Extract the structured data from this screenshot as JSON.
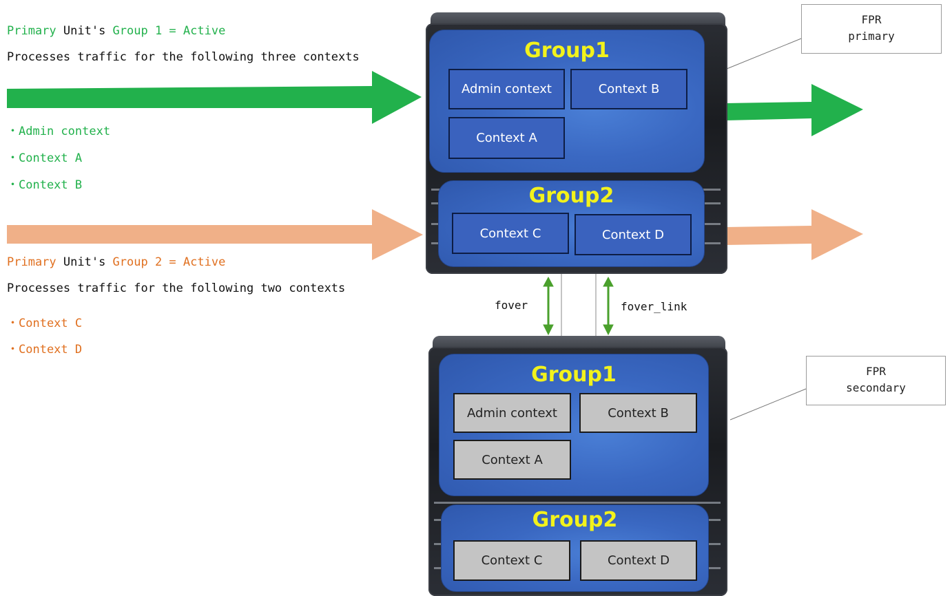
{
  "primary_desc": {
    "line1": {
      "primary": "Primary",
      "unit": " Unit's ",
      "group": "Group 1 = Active"
    },
    "line2": "Processes traffic for the following three contexts",
    "bullets": [
      "・Admin context",
      "・Context A",
      "・Context B"
    ]
  },
  "secondary_desc": {
    "line1": {
      "primary": "Primary",
      "unit": " Unit's ",
      "group": "Group 2 = Active"
    },
    "line2": "Processes traffic for the following two contexts",
    "bullets": [
      "・Context C",
      "・Context D"
    ]
  },
  "primary_unit": {
    "label_top": "FPR",
    "label_bottom": "primary",
    "group1": {
      "title": "Group1",
      "contexts": [
        "Admin context",
        "Context B",
        "Context A"
      ]
    },
    "group2": {
      "title": "Group2",
      "contexts": [
        "Context C",
        "Context D"
      ]
    }
  },
  "secondary_unit": {
    "label_top": "FPR",
    "label_bottom": "secondary",
    "group1": {
      "title": "Group1",
      "contexts": [
        "Admin context",
        "Context B",
        "Context A"
      ]
    },
    "group2": {
      "title": "Group2",
      "contexts": [
        "Context C",
        "Context D"
      ]
    }
  },
  "links": {
    "fover": "fover",
    "fover_link": "fover_link"
  },
  "colors": {
    "green": "#22b14c",
    "orange": "#f0b088",
    "group_title": "#f2f21c",
    "link_arrow": "#4aa02c"
  }
}
